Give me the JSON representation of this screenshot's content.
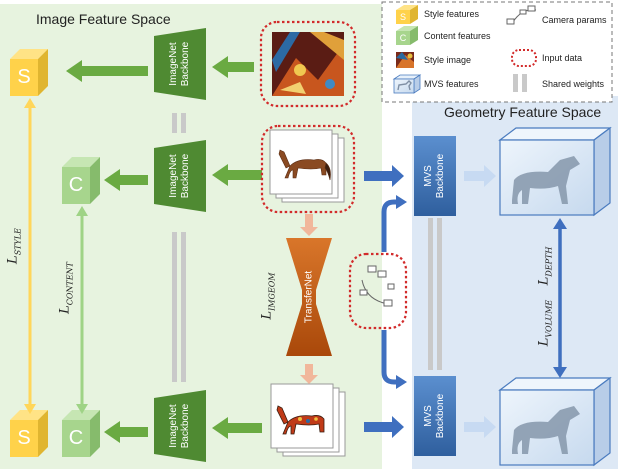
{
  "panels": {
    "image_space_title": "Image Feature Space",
    "geometry_space_title": "Geometry Feature Space"
  },
  "legend": {
    "style_features": "Style features",
    "content_features": "Content features",
    "style_image": "Style image",
    "mvs_features": "MVS features",
    "camera_params": "Camera params",
    "input_data": "Input data",
    "shared_weights": "Shared weights",
    "style_cube_letter": "S",
    "content_cube_letter": "C"
  },
  "blocks": {
    "imagenet_backbone": "ImageNet Backbone",
    "mvs_backbone": "MVS Backbone",
    "transfernet": "TransferNet"
  },
  "cubes": {
    "style_letter": "S",
    "content_letter": "C"
  },
  "losses": {
    "style": {
      "base": "L",
      "sub": "STYLE"
    },
    "content": {
      "base": "L",
      "sub": "CONTENT"
    },
    "imgeom": {
      "base": "L",
      "sub": "IMGEOM"
    },
    "volume": {
      "base": "L",
      "sub": "VOLUME"
    },
    "depth": {
      "base": "L",
      "sub": "DEPTH"
    }
  },
  "colors": {
    "image_space_bg": "#e7f3df",
    "geometry_space_bg": "#dde8f5",
    "style_cube": "#ffd24a",
    "content_cube": "#a7d58d",
    "imagenet_block": "#4f8a32",
    "mvs_block": "#3a72b4",
    "transfernet": "#c35a10",
    "green_arrow": "#6aaa42",
    "blue_arrow": "#3f6fbf",
    "input_outline": "#d22b2b"
  }
}
